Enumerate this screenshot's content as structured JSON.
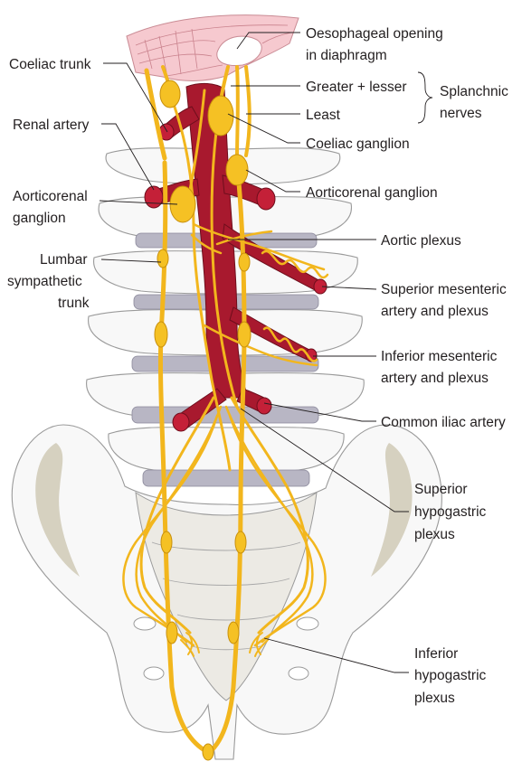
{
  "figure": {
    "labels": {
      "oesophageal_opening_1": "Oesophageal opening",
      "oesophageal_opening_2": "in diaphragm",
      "coeliac_trunk": "Coeliac trunk",
      "greater_lesser": "Greater + lesser",
      "least": "Least",
      "splanchnic_1": "Splanchnic",
      "splanchnic_2": "nerves",
      "renal_artery": "Renal artery",
      "coeliac_ganglion": "Coeliac ganglion",
      "aorticorenal_ganglion_right": "Aorticorenal ganglion",
      "aorticorenal_ganglion_left_1": "Aorticorenal",
      "aorticorenal_ganglion_left_2": "ganglion",
      "aortic_plexus": "Aortic plexus",
      "lumbar_1": "Lumbar",
      "lumbar_2": "sympathetic",
      "lumbar_3": "trunk",
      "sup_mesenteric_1": "Superior mesenteric",
      "sup_mesenteric_2": "artery and plexus",
      "inf_mesenteric_1": "Inferior mesenteric",
      "inf_mesenteric_2": "artery and plexus",
      "common_iliac": "Common iliac artery",
      "sup_hypogastric_1": "Superior",
      "sup_hypogastric_2": "hypogastric",
      "sup_hypogastric_3": "plexus",
      "inf_hypogastric_1": "Inferior",
      "inf_hypogastric_2": "hypogastric",
      "inf_hypogastric_3": "plexus"
    },
    "colors": {
      "nerve": "#f2b61d",
      "artery": "#a8192e",
      "diaphragm": "#f6c9cf",
      "bone": "#f8f8f8",
      "disc": "#b8b6c4"
    }
  }
}
